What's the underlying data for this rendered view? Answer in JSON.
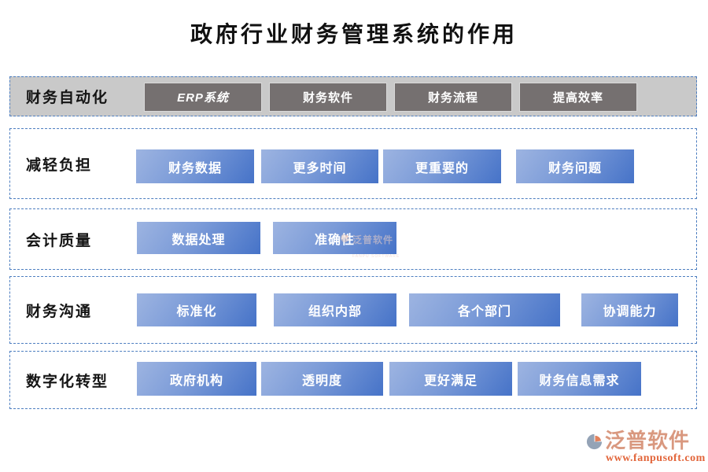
{
  "title": "政府行业财务管理系统的作用",
  "rows": [
    {
      "label": "财务自动化",
      "style": "gray",
      "buttons": [
        "ERP系统",
        "财务软件",
        "财务流程",
        "提高效率"
      ]
    },
    {
      "label": "减轻负担",
      "style": "blue",
      "buttons": [
        "财务数据",
        "更多时间",
        "更重要的",
        "财务问题"
      ]
    },
    {
      "label": "会计质量",
      "style": "blue",
      "buttons": [
        "数据处理",
        "准确性"
      ]
    },
    {
      "label": "财务沟通",
      "style": "blue",
      "buttons": [
        "标准化",
        "组织内部",
        "各个部门",
        "协调能力"
      ]
    },
    {
      "label": "数字化转型",
      "style": "blue",
      "buttons": [
        "政府机构",
        "透明度",
        "更好满足",
        "财务信息需求"
      ]
    }
  ],
  "watermark": {
    "text": "泛普软件",
    "subtext": "FANPU SOFTWARE"
  },
  "logo": {
    "name": "泛普软件",
    "url": "www.fanpusoft.com"
  },
  "colors": {
    "dashed_border_blue": "#4d7ec0",
    "row_gray_background": "#c9c9c9",
    "gray_button": "#757070",
    "blue_button_light": "#9db4e1",
    "blue_button_dark": "#4673c8",
    "logo_salmon": "#d9987f",
    "logo_orange": "#e2653a"
  }
}
